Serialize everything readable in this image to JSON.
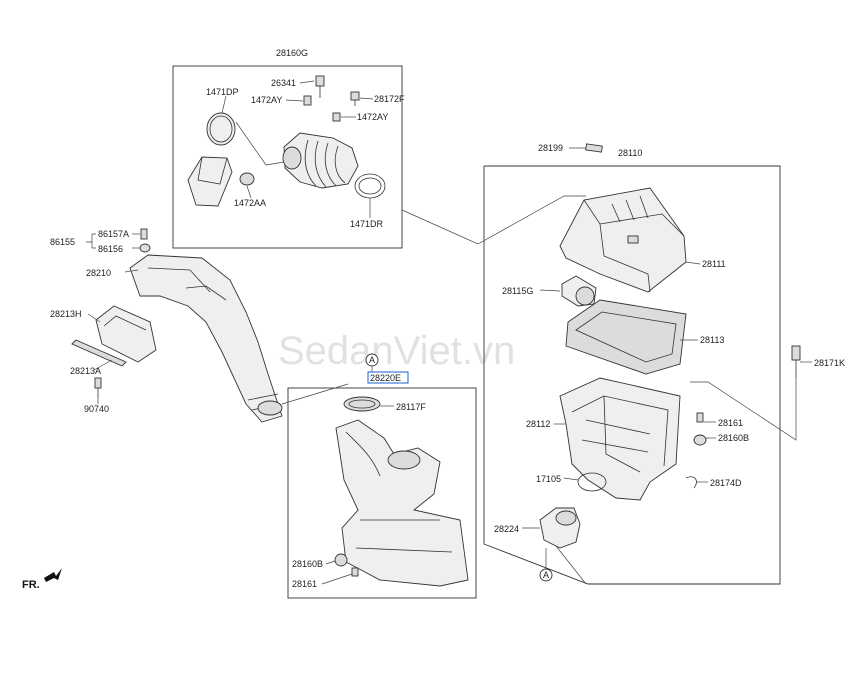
{
  "watermark": "SedanViet.vn",
  "direction_label": "FR.",
  "ref_marker": "A",
  "highlight_color": "#1a5fd1",
  "labels": {
    "p28160G": "28160G",
    "p26341": "26341",
    "p1471DP": "1471DP",
    "p1472AY_a": "1472AY",
    "p28172F": "28172F",
    "p1472AY_b": "1472AY",
    "p1472AA": "1472AA",
    "p1471DR": "1471DR",
    "p86157A": "86157A",
    "p86155": "86155",
    "p86156": "86156",
    "p28210": "28210",
    "p28213H": "28213H",
    "p28213A": "28213A",
    "p90740": "90740",
    "p28220E": "28220E",
    "p28117F": "28117F",
    "p28160B_a": "28160B",
    "p28161_a": "28161",
    "p28199": "28199",
    "p28110": "28110",
    "p28111": "28111",
    "p28115G": "28115G",
    "p28113": "28113",
    "p28171K": "28171K",
    "p28112": "28112",
    "p28161_b": "28161",
    "p28160B_b": "28160B",
    "p17105": "17105",
    "p28174D": "28174D",
    "p28224": "28224"
  }
}
